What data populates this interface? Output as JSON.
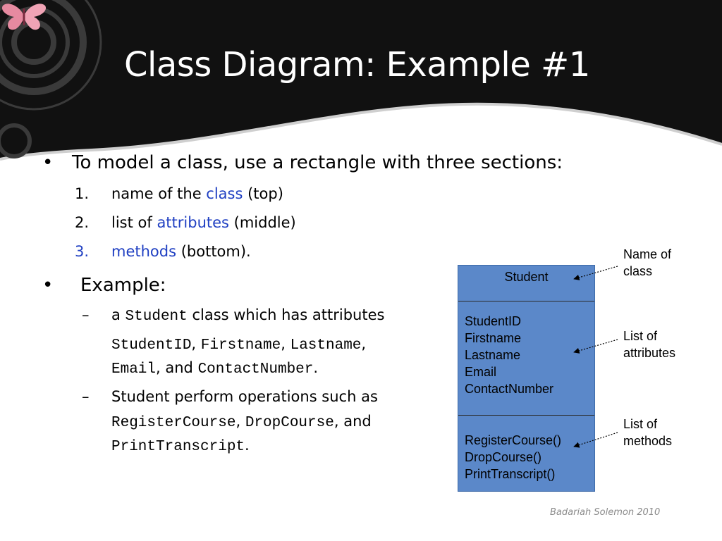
{
  "slide": {
    "title": "Class Diagram: Example #1",
    "footer": "Badariah Solemon 2010",
    "accent_color": "#1f3fc2",
    "header_color": "#111111",
    "icon": "butterfly-icon"
  },
  "bullets": {
    "b1": {
      "marker": "•",
      "text": "To model a class, use a rectangle with three sections:",
      "items": [
        {
          "num": "1.",
          "pre": "name of the ",
          "hl": "class",
          "post": " (top)"
        },
        {
          "num": "2.",
          "pre": "list of ",
          "hl": "attributes",
          "post": " (middle)"
        },
        {
          "num": "3.",
          "pre": "",
          "hl": "methods",
          "post": " (bottom)."
        }
      ]
    },
    "b2": {
      "marker": "•",
      "text": "Example:",
      "sub1": {
        "dash": "–",
        "a": "a ",
        "student": "Student",
        "rest": " class which has attributes",
        "attrs": [
          "StudentID",
          "Firstname",
          "Lastname",
          "Email",
          "ContactNumber"
        ],
        "sep": ",",
        "and": " and ",
        "end": "."
      },
      "sub2": {
        "dash": "–",
        "text": "Student perform operations such as",
        "ops": [
          "RegisterCourse",
          "DropCourse",
          "PrintTranscript"
        ],
        "sep": ",",
        "and": ", and",
        "end": "."
      }
    }
  },
  "diagram": {
    "class_name": "Student",
    "attributes": [
      "StudentID",
      "Firstname",
      "Lastname",
      "Email",
      "ContactNumber"
    ],
    "methods": [
      "RegisterCourse()",
      "DropCourse()",
      "PrintTranscript()"
    ],
    "box_color": "#5b88c9",
    "notes": {
      "name": [
        "Name of",
        "class"
      ],
      "attributes": [
        "List of",
        "attributes"
      ],
      "methods": [
        "List of",
        "methods"
      ]
    }
  }
}
